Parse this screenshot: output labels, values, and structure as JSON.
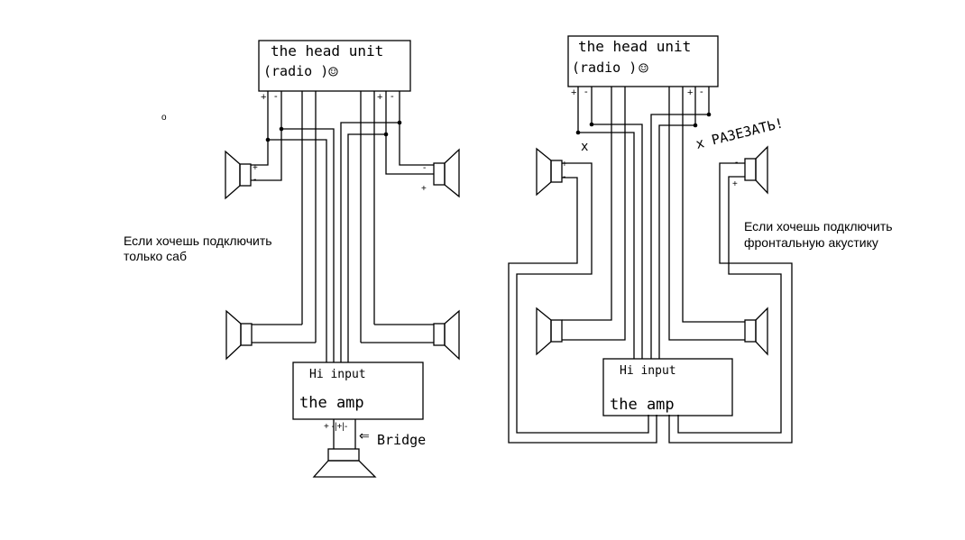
{
  "left": {
    "head_unit_title": "the head unit",
    "head_unit_sub": "(radio )",
    "smile": "☺",
    "plus": "+",
    "minus": "-",
    "caption_line1": "Если хочешь подключить",
    "caption_line2": "только саб",
    "amp_input": "Hi input",
    "amp_label": "the amp",
    "amp_terms": "+  -|+|-",
    "bridge_label": "Bridge",
    "arrow": "⇐"
  },
  "right": {
    "head_unit_title": "the head unit",
    "head_unit_sub": "(radio )",
    "smile": "☺",
    "plus": "+",
    "minus": "-",
    "cut_mark": "x",
    "cut_label": "x РАЗЕЗАТЬ!",
    "caption_line1": "Если хочешь подключить",
    "caption_line2": "фронтальную акустику",
    "amp_input": "Hi input",
    "amp_label": "the amp"
  },
  "stray_dot": "o"
}
